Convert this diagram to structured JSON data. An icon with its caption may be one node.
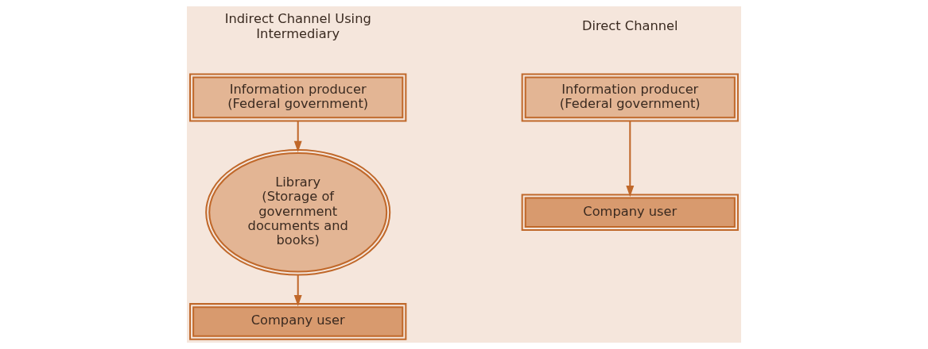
{
  "diagram": {
    "nodes": [
      {
        "text": [
          "Information producer (Federal government)"
        ]
      },
      {
        "text": [
          "Library (Storage of government documents and books)"
        ]
      },
      {
        "text": [
          "Company user"
        ]
      },
      {
        "text": [
          "Information producer (Federal government)"
        ]
      },
      {
        "text": [
          "Company user"
        ]
      }
    ],
    "edges": [
      {
        "from": 0,
        "to": 1,
        "arrow": "to"
      },
      {
        "from": 1,
        "to": 2,
        "arrow": "to"
      },
      {
        "from": 3,
        "to": 4,
        "arrow": "to"
      }
    ],
    "labels": [
      "Indirect Channel Using Intermediary",
      "Direct Channel"
    ]
  }
}
